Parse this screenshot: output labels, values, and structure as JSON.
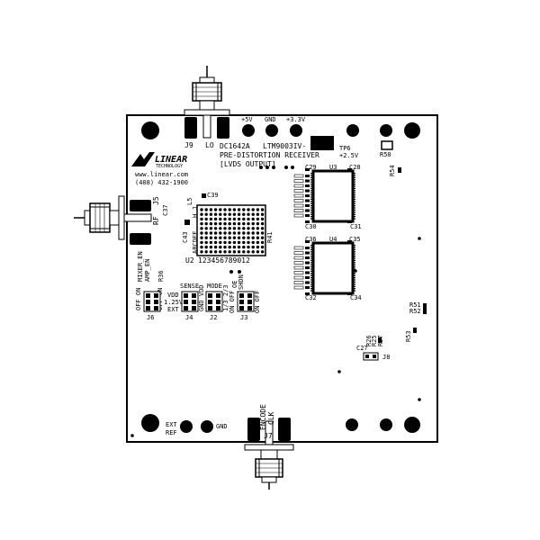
{
  "board": {
    "dc_number": "DC1642A",
    "part_number": "LTM9003IV-",
    "title_line": "PRE-DISTORTION RECEIVER",
    "subtitle_line": "[LVDS OUTPUT]",
    "logo_text": "LINEAR TECHNOLOGY",
    "website": "www.linear.com",
    "phone": "(408) 432-1900"
  },
  "connectors": {
    "j9": "J9",
    "lo": "LO",
    "j5": "J5",
    "rf": "RF",
    "j7": "J7",
    "encode": "ENCODE",
    "clk": "CLK",
    "ext_ref_1": "EXT",
    "ext_ref_2": "REF",
    "gnd_bottom": "GND"
  },
  "power": {
    "p5v": "+5V",
    "gnd": "GND",
    "p33v": "+3.3V",
    "tp6": "TP6",
    "p25v": "+2.5V"
  },
  "components": {
    "u2": "U2",
    "u3": "U3",
    "u4": "U4",
    "c37": "C37",
    "c39": "C39",
    "l5": "L5",
    "c43": "C43",
    "r41": "R41",
    "r50": "R50",
    "r54": "R54",
    "c29": "C29",
    "c28": "C28",
    "c30": "C30",
    "c31": "C31",
    "c36": "C36",
    "c35": "C35",
    "c32": "C32",
    "c34": "C34",
    "r51": "R51",
    "r52": "R52",
    "r53": "R53",
    "r26": "R26",
    "r25": "R25",
    "r27": "R27",
    "c27": "C27",
    "j8": "J8",
    "r36": "R36",
    "grid_cols": "123456789012",
    "grid_rows_label": "ABCDEF",
    "grid_hj_label": "H J"
  },
  "jumpers": {
    "j6": "J6",
    "j4": "J4",
    "j2": "J2",
    "j3": "J3",
    "mixer_en": "MIXER_EN",
    "amp_en": "AMP_EN",
    "off_on_1": "OFF ON",
    "off_on_2": "OFF ON",
    "sense": "SENSE",
    "vdd": "VDD",
    "v125": "1.25V",
    "ext": "EXT",
    "mode": "MODE",
    "gnd_vdd": "GND VDD",
    "mode_vals": "1/3 2/3",
    "shdn": "SHDN",
    "oe": "OE",
    "on_off": "ON OFF",
    "on_off_2": "ON OFF"
  },
  "colors": {
    "ink": "#000000",
    "board": "#ffffff"
  }
}
